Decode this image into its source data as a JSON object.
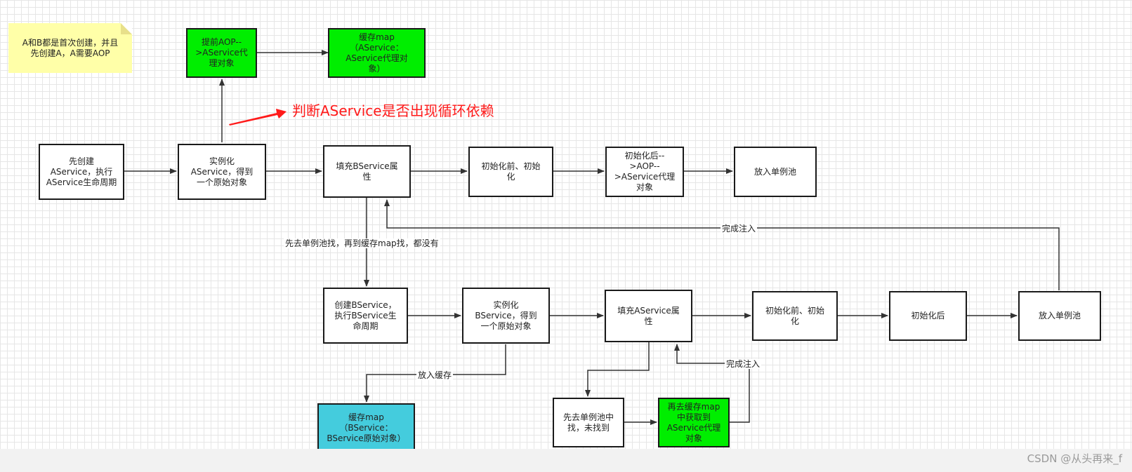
{
  "note": "A和B都是首次创建，并且\n先创建A，A需要AOP",
  "annotation": "判断AService是否出现循环依赖",
  "nodes": {
    "a_start": "先创建\nAService，执行\nAService生命周期",
    "a_instantiate": "实例化\nAService，得到\n一个原始对象",
    "a_early_aop": "提前AOP--\n>AService代\n理对象",
    "a_cache_map": "缓存map\n（AService：\nAService代理对\n象）",
    "a_fill": "填充BService属\n性",
    "a_pre_init": "初始化前、初始\n化",
    "a_post_init": "初始化后--\n>AOP--\n>AService代理\n对象",
    "a_singleton": "放入单例池",
    "b_create": "创建BService，\n执行BService生\n命周期",
    "b_instantiate": "实例化\nBService，得到\n一个原始对象",
    "b_cache_map": "缓存map\n（BService：\nBService原始对象）",
    "b_fill": "填充AService属\n性",
    "b_pre_init": "初始化前、初始\n化",
    "b_post_init": "初始化后",
    "b_singleton": "放入单例池",
    "b_lookup_singleton": "先去单例池中\n找，未找到",
    "b_lookup_cache": "再去缓存map\n中获取到\nAService代理\n对象"
  },
  "edge_labels": {
    "lookup_none": "先去单例池找，再到缓存map找，都没有",
    "complete_inject_top": "完成注入",
    "put_cache": "放入缓存",
    "complete_inject_bottom": "完成注入"
  },
  "colors": {
    "green": "#00ee00",
    "cyan": "#44ccdd",
    "note": "#ffffa8",
    "annotation": "#ff1a1a",
    "line": "#333333"
  },
  "watermark": "CSDN @从头再来_f"
}
